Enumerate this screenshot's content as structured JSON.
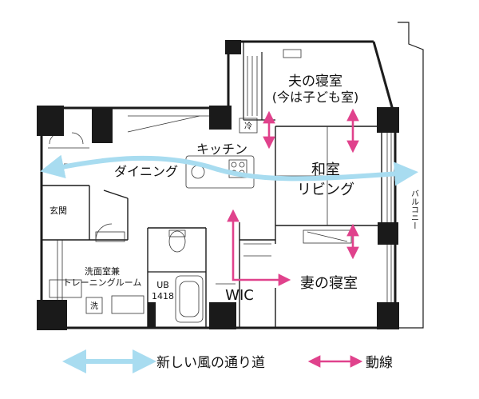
{
  "rooms": {
    "husband_bedroom": "夫の寝室",
    "husband_bedroom_note": "(今は子ども室)",
    "kitchen": "キッチン",
    "dining": "ダイニング",
    "washitsu": "和室",
    "living": "リビング",
    "balcony": "バルコニー",
    "entrance": "玄関",
    "washroom_line1": "洗面室兼",
    "washroom_line2": "トレーニングルーム",
    "unit_bath_line1": "UB",
    "unit_bath_line2": "1418",
    "wic": "WIC",
    "wife_bedroom": "妻の寝室",
    "fridge": "冷",
    "washer": "洗"
  },
  "legend": {
    "wind_path": "新しい風の通り道",
    "circulation": "動線"
  },
  "colors": {
    "wall": "#1a1a1a",
    "wind_arrow": "#a8dcf0",
    "circulation_arrow": "#e0428c"
  }
}
